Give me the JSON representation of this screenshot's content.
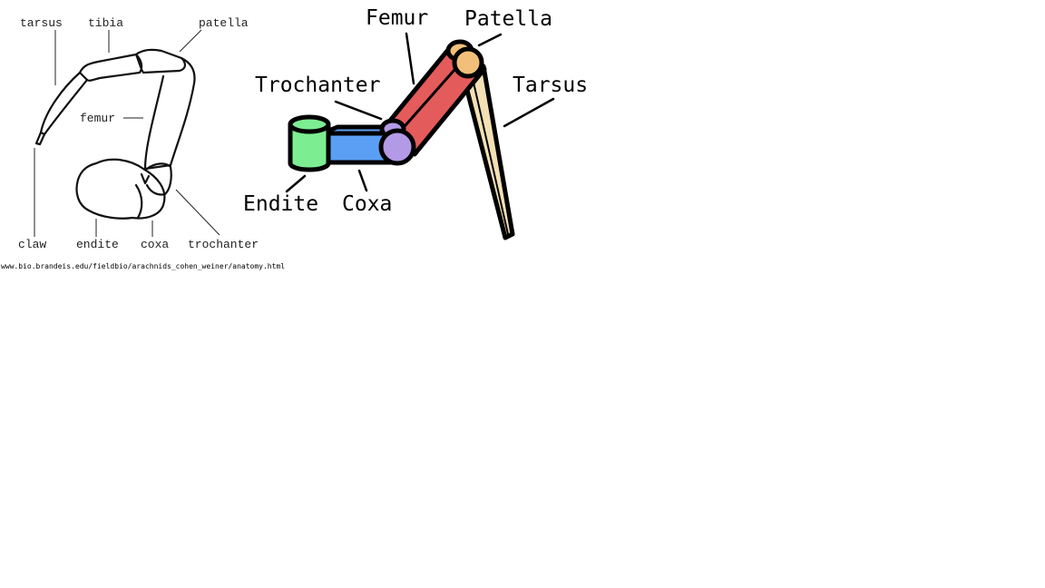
{
  "sketch": {
    "labels": {
      "tarsus": "tarsus",
      "tibia": "tibia",
      "patella": "patella",
      "femur": "femur",
      "claw": "claw",
      "endite": "endite",
      "coxa": "coxa",
      "trochanter": "trochanter"
    },
    "source": "www.bio.brandeis.edu/fieldbio/arachnids_cohen_weiner/anatomy.html"
  },
  "model": {
    "labels": {
      "femur": "Femur",
      "patella": "Patella",
      "trochanter": "Trochanter",
      "tarsus": "Tarsus",
      "endite": "Endite",
      "coxa": "Coxa"
    },
    "colors": {
      "endite": "#7ded92",
      "coxa": "#5b9ff5",
      "trochanter": "#b39ae6",
      "femur": "#e45b5b",
      "patella": "#f2bf7a",
      "tarsus": "#f3e0b4",
      "outline": "#000000"
    }
  }
}
